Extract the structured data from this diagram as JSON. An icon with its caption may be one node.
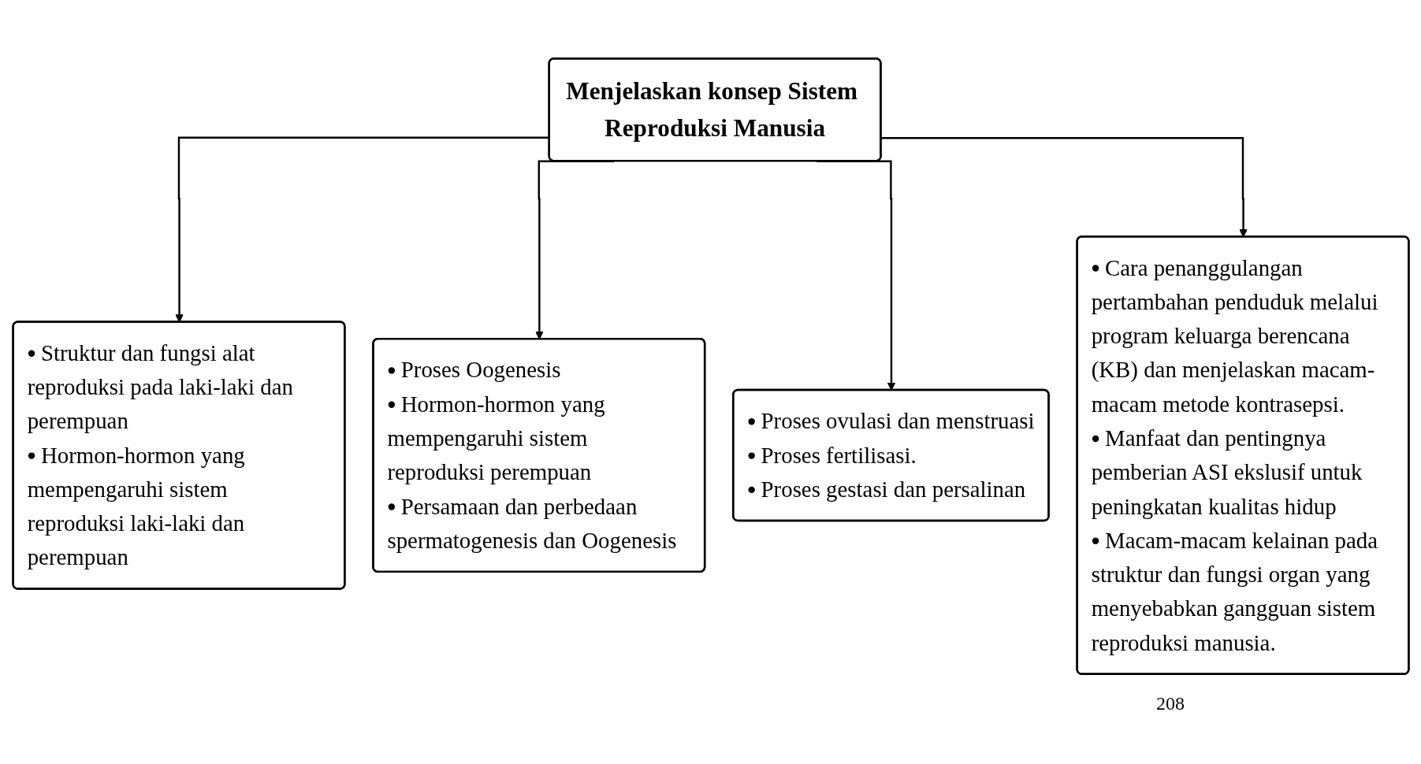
{
  "diagram": {
    "nodes": [
      {
        "text": [
          "Menjelaskan konsep Sistem Reproduksi Manusia"
        ]
      },
      {
        "text": [
          "Struktur dan fungsi alat reproduksi pada laki-laki dan perempuan",
          "Hormon-hormon yang mempengaruhi sistem reproduksi laki-laki dan perempuan"
        ]
      },
      {
        "text": [
          "Proses Oogenesis",
          "Hormon-hormon yang mempengaruhi sistem reproduksi perempuan",
          "Persamaan dan perbedaan spermatogenesis dan Oogenesis"
        ]
      },
      {
        "text": [
          "Proses ovulasi dan menstruasi",
          "Proses fertilisasi.",
          "Proses gestasi dan persalinan"
        ]
      },
      {
        "text": [
          "Cara penanggulangan pertambahan penduduk melalui program keluarga berencana (KB) dan menjelaskan macam-macam metode kontrasepsi.",
          "Manfaat dan pentingnya pemberian ASI ekslusif untuk peningkatan kualitas hidup",
          "Macam-macam kelainan pada struktur dan fungsi organ yang menyebabkan gangguan sistem reproduksi manusia."
        ]
      }
    ],
    "edges": [
      {
        "from": 0,
        "to": 1,
        "arrow": "to"
      },
      {
        "from": 0,
        "to": 2,
        "arrow": "to"
      },
      {
        "from": 0,
        "to": 3,
        "arrow": "to"
      },
      {
        "from": 0,
        "to": 4,
        "arrow": "to"
      }
    ],
    "labels": [
      "208"
    ]
  }
}
